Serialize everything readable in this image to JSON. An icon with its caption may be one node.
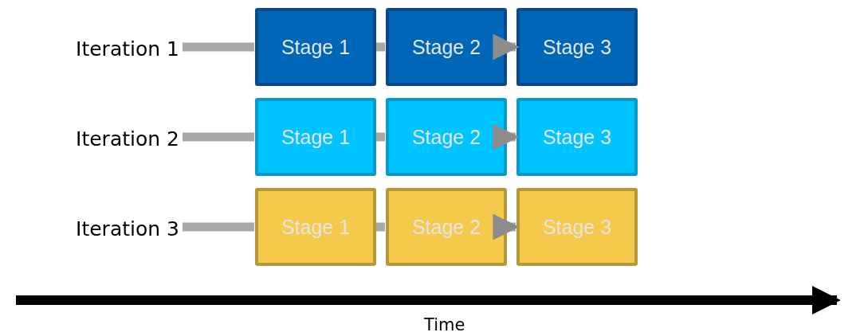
{
  "diagram": {
    "nodes": [
      {
        "text": [
          "Iteration 1"
        ]
      },
      {
        "text": [
          "Stage 1"
        ]
      },
      {
        "text": [
          "Stage 2"
        ]
      },
      {
        "text": [
          "Stage 3"
        ]
      },
      {
        "text": [
          "Iteration 2"
        ]
      },
      {
        "text": [
          "Stage 1"
        ]
      },
      {
        "text": [
          "Stage 2"
        ]
      },
      {
        "text": [
          "Stage 3"
        ]
      },
      {
        "text": [
          "Iteration 3"
        ]
      },
      {
        "text": [
          "Stage 1"
        ]
      },
      {
        "text": [
          "Stage 2"
        ]
      },
      {
        "text": [
          "Stage 3"
        ]
      }
    ],
    "edges": [
      {
        "from": 0,
        "to": 1,
        "arrow": "none"
      },
      {
        "from": 1,
        "to": 2,
        "arrow": "none"
      },
      {
        "from": 2,
        "to": 3,
        "arrow": "to"
      },
      {
        "from": 4,
        "to": 5,
        "arrow": "none"
      },
      {
        "from": 5,
        "to": 6,
        "arrow": "none"
      },
      {
        "from": 6,
        "to": 7,
        "arrow": "to"
      },
      {
        "from": 8,
        "to": 9,
        "arrow": "none"
      },
      {
        "from": 9,
        "to": 10,
        "arrow": "none"
      },
      {
        "from": 10,
        "to": 11,
        "arrow": "to"
      }
    ],
    "labels": [
      "Time"
    ]
  }
}
